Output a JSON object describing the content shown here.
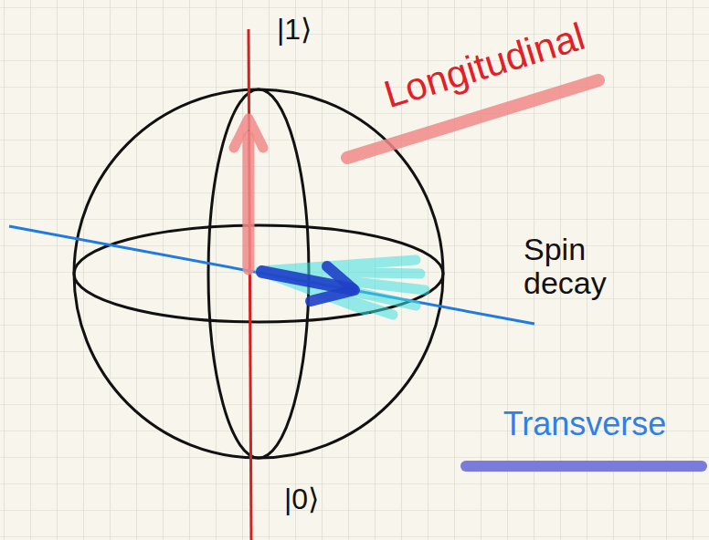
{
  "diagram": {
    "labels": [
      "|1⟩",
      "Longitudinal",
      "Spin decay",
      "Transverse",
      "|0⟩"
    ]
  }
}
